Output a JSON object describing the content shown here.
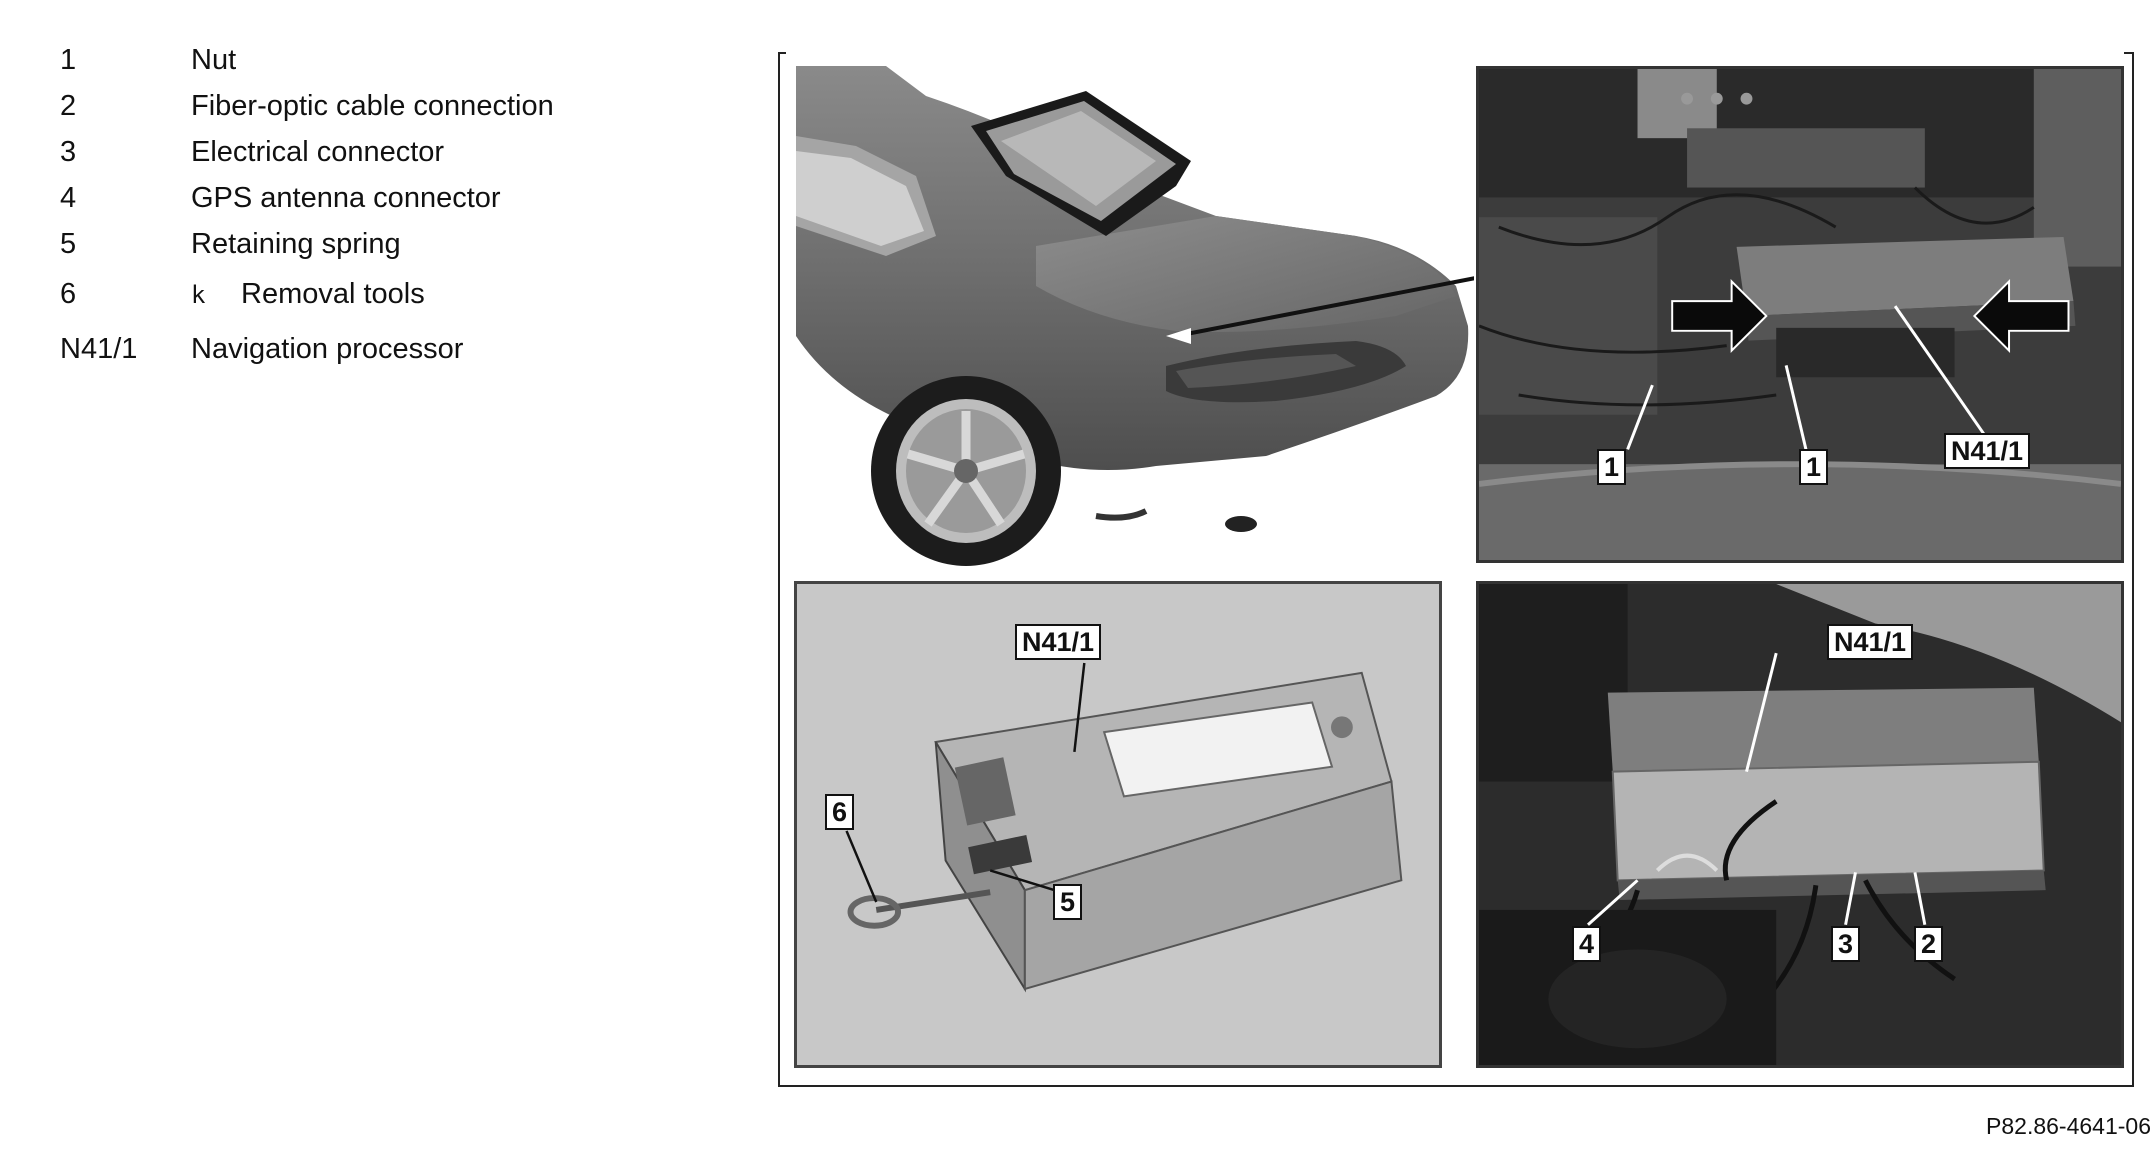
{
  "legend": [
    {
      "num": "1",
      "text": "Nut"
    },
    {
      "num": "2",
      "text": "Fiber-optic cable connection"
    },
    {
      "num": "3",
      "text": "Electrical connector"
    },
    {
      "num": "4",
      "text": "GPS antenna connector"
    },
    {
      "num": "5",
      "text": "Retaining spring"
    },
    {
      "num": "6",
      "icon": "k",
      "text": "Removal tools"
    },
    {
      "num": "N41/1",
      "text": "Navigation processor"
    }
  ],
  "callouts": {
    "engine1_nut_left": "1",
    "engine1_nut_right": "1",
    "engine1_processor": "N41/1",
    "unit_processor": "N41/1",
    "unit_tool": "6",
    "unit_spring": "5",
    "engine2_processor": "N41/1",
    "engine2_gps": "4",
    "engine2_electrical": "3",
    "engine2_fiber": "2"
  },
  "figure_ref": "P82.86-4641-06"
}
